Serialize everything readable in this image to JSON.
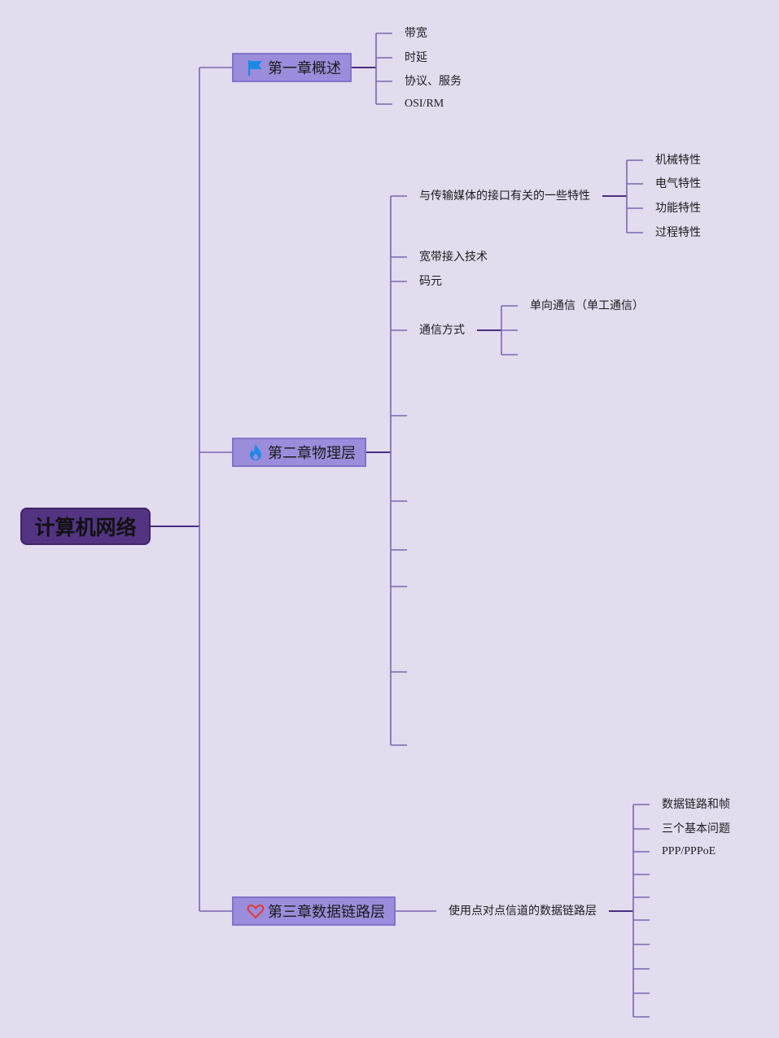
{
  "root": {
    "label": "计算机网络"
  },
  "chapter1": {
    "label": "第一章概述",
    "icon": "flag-icon",
    "items": [
      "带宽",
      "时延",
      "协议、服务",
      "OSI/RM"
    ]
  },
  "chapter2": {
    "label": "第二章物理层",
    "icon": "flame-icon",
    "items": {
      "interface": "与传输媒体的接口有关的一些特性",
      "interface_children": [
        "机械特性",
        "电气特性",
        "功能特性",
        "过程特性"
      ],
      "broadband": "宽带接入技术",
      "symbol": "码元",
      "comm": "通信方式",
      "comm_children": [
        "单向通信（单工通信）"
      ]
    }
  },
  "chapter3": {
    "label": "第三章数据链路层",
    "icon": "heart-icon",
    "items": {
      "ptp": "使用点对点信道的数据链路层",
      "ptp_children": [
        "数据链路和帧",
        "三个基本问题",
        "PPP/PPPoE"
      ]
    }
  },
  "colors": {
    "background": "#e3dbee",
    "root_fill": "#523482",
    "chapter_fill": "#9b8ddb",
    "line": "#7a66b3",
    "line_dark": "#4a2d80",
    "flag": "#1e88e5",
    "heart": "#e53935"
  }
}
